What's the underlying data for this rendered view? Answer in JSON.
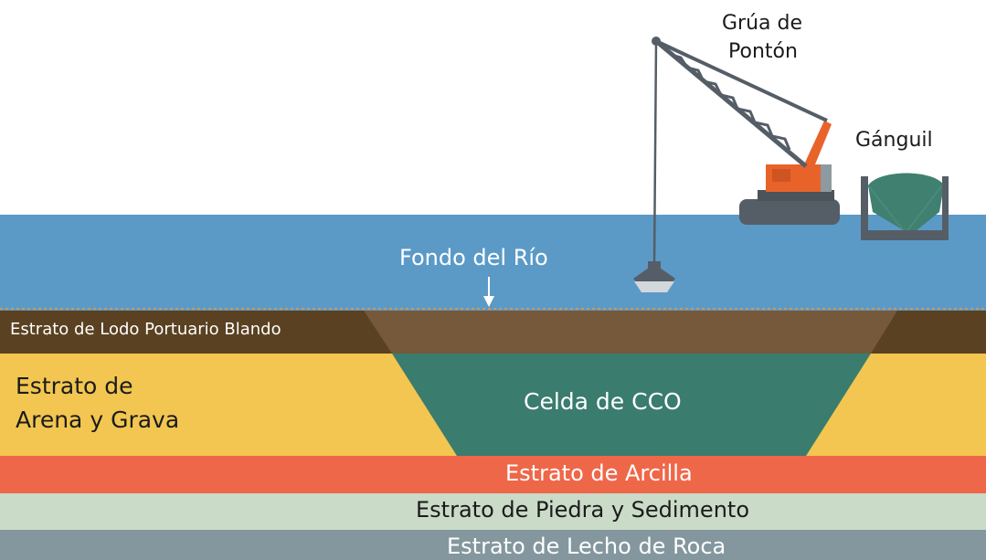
{
  "labels": {
    "crane": [
      "Grúa de",
      "Pontón"
    ],
    "barge": "Gánguil",
    "riverbed": "Fondo del Río",
    "mud_stratum": "Estrato de Lodo Portuario Blando",
    "sand_stratum": [
      "Estrato de",
      "Arena y Grava"
    ],
    "cell": "Celda de CCO",
    "clay_stratum": "Estrato de Arcilla",
    "stone_stratum": "Estrato de Piedra y Sedimento",
    "bedrock_stratum": "Estrato de Lecho de Roca"
  },
  "colors": {
    "sky": "#ffffff",
    "water": "#5b9ac7",
    "mud_outer": "#5a4121",
    "mud_inner": "#75593a",
    "sand": "#f2c650",
    "cell": "#3a7c6e",
    "clay": "#ef6749",
    "stone": "#cadbc8",
    "bedrock": "#84979f",
    "crane_body": "#e8632a",
    "crane_dark": "#555e66",
    "barge_fill": "#3f8071"
  }
}
